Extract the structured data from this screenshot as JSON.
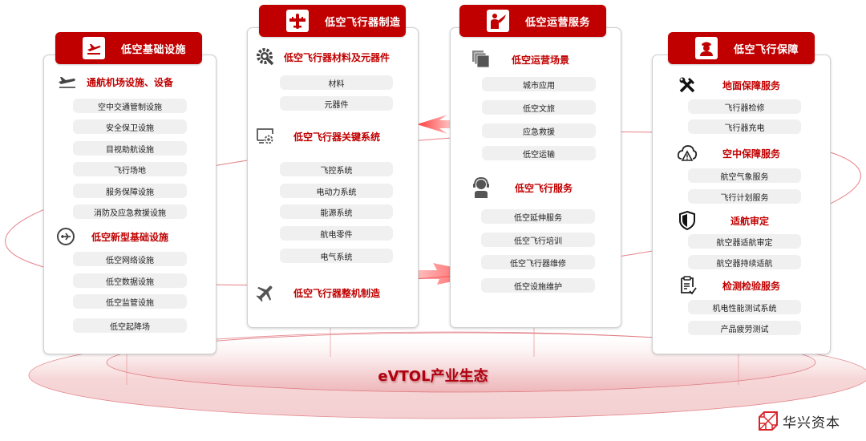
{
  "diagram": {
    "title": "eVTOL产业生态",
    "brand": "华兴资本",
    "colors": {
      "primary_red": "#c00000",
      "pill_bg": "#f0f0f0",
      "arrow_red": "#ff3b3b",
      "ellipse_pink": "#f2c4c6"
    },
    "columns": [
      {
        "header": "低空基础设施",
        "icon": "takeoff-icon",
        "sections": [
          {
            "title": "通航机场设施、设备",
            "icon": "airplane-takeoff-icon",
            "items": [
              "空中交通管制设施",
              "安全保卫设施",
              "目视助航设施",
              "飞行场地",
              "服务保障设施",
              "消防及应急救援设施"
            ]
          },
          {
            "title": "低空新型基础设施",
            "icon": "airplane-circle-icon",
            "items": [
              "低空网络设施",
              "低空数据设施",
              "低空监管设施",
              "低空起降场"
            ]
          }
        ]
      },
      {
        "header": "低空飞行器制造",
        "icon": "aircraft-icon",
        "sections": [
          {
            "title": "低空飞行器材料及元器件",
            "icon": "gear-wrench-icon",
            "items": [
              "材料",
              "元器件"
            ]
          },
          {
            "title": "低空飞行器关键系统",
            "icon": "monitor-gear-icon",
            "items": [
              "飞控系统",
              "电动力系统",
              "能源系统",
              "航电零件",
              "电气系统"
            ]
          },
          {
            "title": "低空飞行器整机制造",
            "icon": "airplane-icon",
            "items": []
          }
        ]
      },
      {
        "header": "低空运营服务",
        "icon": "pilot-plane-icon",
        "sections": [
          {
            "title": "低空运营场景",
            "icon": "stacked-layers-icon",
            "items": [
              "城市应用",
              "低空文旅",
              "应急救援",
              "低空运输"
            ]
          },
          {
            "title": "低空飞行服务",
            "icon": "headset-operator-icon",
            "items": [
              "低空延伸服务",
              "低空飞行培训",
              "低空飞行器维修",
              "低空设施维护"
            ]
          }
        ]
      },
      {
        "header": "低空飞行保障",
        "icon": "officer-icon",
        "sections": [
          {
            "title": "地面保障服务",
            "icon": "tools-icon",
            "items": [
              "飞行器检修",
              "飞行器充电"
            ]
          },
          {
            "title": "空中保障服务",
            "icon": "cloud-warning-icon",
            "items": [
              "航空气象服务",
              "飞行计划服务"
            ]
          },
          {
            "title": "适航审定",
            "icon": "shield-icon",
            "items": [
              "航空器适航审定",
              "航空器持续适航"
            ]
          },
          {
            "title": "检测检验服务",
            "icon": "clipboard-check-icon",
            "items": [
              "机电性能测试系统",
              "产品疲劳测试"
            ]
          }
        ]
      }
    ]
  }
}
